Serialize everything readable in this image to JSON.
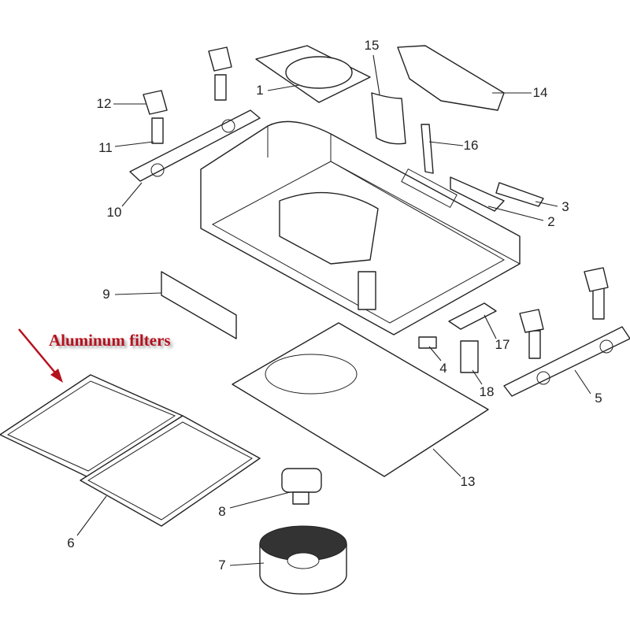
{
  "title": "Range hood exploded parts diagram",
  "annotation": {
    "text": "Aluminum filters",
    "color": "#b5101e"
  },
  "part_labels": [
    "1",
    "2",
    "3",
    "4",
    "5",
    "6",
    "7",
    "8",
    "9",
    "10",
    "11",
    "12",
    "13",
    "14",
    "15",
    "16",
    "17",
    "18"
  ]
}
